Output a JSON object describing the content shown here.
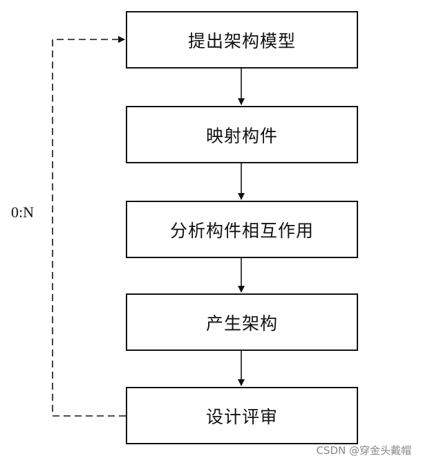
{
  "diagram": {
    "steps": [
      {
        "label": "提出架构模型"
      },
      {
        "label": "映射构件"
      },
      {
        "label": "分析构件相互作用"
      },
      {
        "label": "产生架构"
      },
      {
        "label": "设计评审"
      }
    ],
    "loop_label": "0:N"
  },
  "watermark": "CSDN @穿金头戴帽"
}
